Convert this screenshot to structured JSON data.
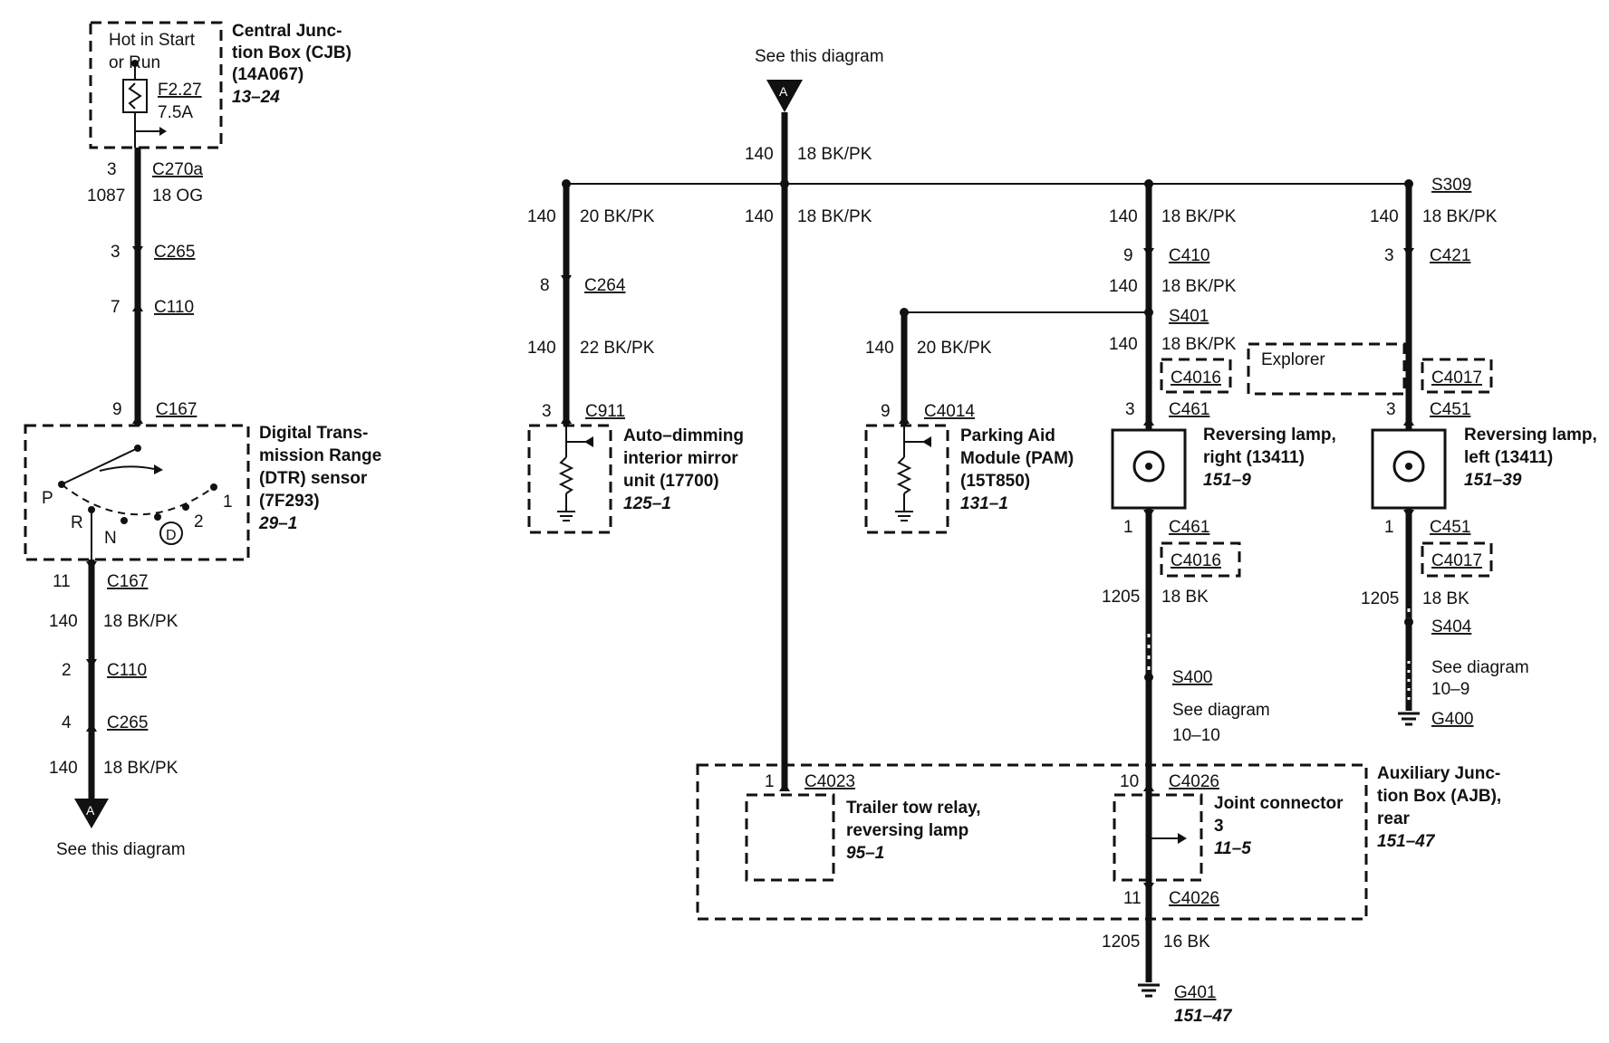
{
  "left": {
    "cjb": {
      "box_text": [
        "Hot in Start",
        "or Run"
      ],
      "fuse": "F2.27",
      "amps": "7.5A",
      "name": [
        "Central Junc-",
        "tion Box (CJB)",
        "(14A067)"
      ],
      "ref": "13–24"
    },
    "w1": {
      "pin": "3",
      "conn": "C270a",
      "circuit": "1087",
      "wire": "18 OG"
    },
    "c265a": {
      "pin": "3",
      "conn": "C265"
    },
    "c110a": {
      "pin": "7",
      "conn": "C110"
    },
    "c167a": {
      "pin": "9",
      "conn": "C167"
    },
    "dtr": {
      "name": [
        "Digital Trans-",
        "mission Range",
        "(DTR) sensor",
        "(7F293)"
      ],
      "ref": "29–1",
      "pos": [
        "P",
        "R",
        "N",
        "D",
        "2",
        "1"
      ]
    },
    "c167b": {
      "pin": "11",
      "conn": "C167"
    },
    "w2": {
      "circuit": "140",
      "wire": "18 BK/PK"
    },
    "c110b": {
      "pin": "2",
      "conn": "C110"
    },
    "c265b": {
      "pin": "4",
      "conn": "C265"
    },
    "w3": {
      "circuit": "140",
      "wire": "18 BK/PK"
    },
    "arrow_letter": "A",
    "see": "See this diagram"
  },
  "right": {
    "see_top": "See this diagram",
    "arrow_letter": "A",
    "top_wire": {
      "circuit": "140",
      "wire": "18 BK/PK"
    },
    "mirror_branch": {
      "w1": {
        "circuit": "140",
        "wire": "20 BK/PK"
      },
      "c264": {
        "pin": "8",
        "conn": "C264"
      },
      "w2": {
        "circuit": "140",
        "wire": "22 BK/PK"
      },
      "c911": {
        "pin": "3",
        "conn": "C911"
      },
      "name": [
        "Auto–dimming",
        "interior mirror",
        "unit (17700)"
      ],
      "ref": "125–1"
    },
    "trailer_branch": {
      "w1": {
        "circuit": "140",
        "wire": "18 BK/PK"
      },
      "c4023": {
        "pin": "1",
        "conn": "C4023"
      },
      "name": [
        "Trailer tow relay,",
        "reversing lamp"
      ],
      "ref": "95–1"
    },
    "pam_branch": {
      "w1": {
        "circuit": "140",
        "wire": "20 BK/PK"
      },
      "c4014": {
        "pin": "9",
        "conn": "C4014"
      },
      "name": [
        "Parking Aid",
        "Module (PAM)",
        "(15T850)"
      ],
      "ref": "131–1"
    },
    "right_lamp": {
      "w1": {
        "circuit": "140",
        "wire": "18 BK/PK"
      },
      "c410": {
        "pin": "9",
        "conn": "C410"
      },
      "w2": {
        "circuit": "140",
        "wire": "18 BK/PK"
      },
      "s401": "S401",
      "w3": {
        "circuit": "140",
        "wire": "18 BK/PK"
      },
      "c4016a": "C4016",
      "explorer": "Explorer",
      "c461a": {
        "pin": "3",
        "conn": "C461"
      },
      "name": [
        "Reversing lamp,",
        "right (13411)"
      ],
      "ref": "151–9",
      "c461b": {
        "pin": "1",
        "conn": "C461"
      },
      "c4016b": "C4016",
      "w4": {
        "circuit": "1205",
        "wire": "18 BK"
      },
      "s400": "S400",
      "see": [
        "See diagram",
        "10–10"
      ]
    },
    "left_lamp": {
      "s309": "S309",
      "w1": {
        "circuit": "140",
        "wire": "18 BK/PK"
      },
      "c421": {
        "pin": "3",
        "conn": "C421"
      },
      "c4017a": "C4017",
      "c451a": {
        "pin": "3",
        "conn": "C451"
      },
      "name": [
        "Reversing lamp,",
        "left (13411)"
      ],
      "ref": "151–39",
      "c451b": {
        "pin": "1",
        "conn": "C451"
      },
      "c4017b": "C4017",
      "w2": {
        "circuit": "1205",
        "wire": "18 BK"
      },
      "s404": "S404",
      "see": [
        "See diagram",
        "10–9"
      ],
      "g400": "G400"
    },
    "ajb": {
      "name": [
        "Auxiliary Junc-",
        "tion Box (AJB),",
        "rear"
      ],
      "ref": "151–47",
      "c4026a": {
        "pin": "10",
        "conn": "C4026"
      },
      "joint": [
        "Joint connector",
        "3"
      ],
      "joint_ref": "11–5",
      "c4026b": {
        "pin": "11",
        "conn": "C4026"
      }
    },
    "ground": {
      "w1": {
        "circuit": "1205",
        "wire": "16 BK"
      },
      "g401": "G401",
      "ref": "151–47"
    }
  }
}
